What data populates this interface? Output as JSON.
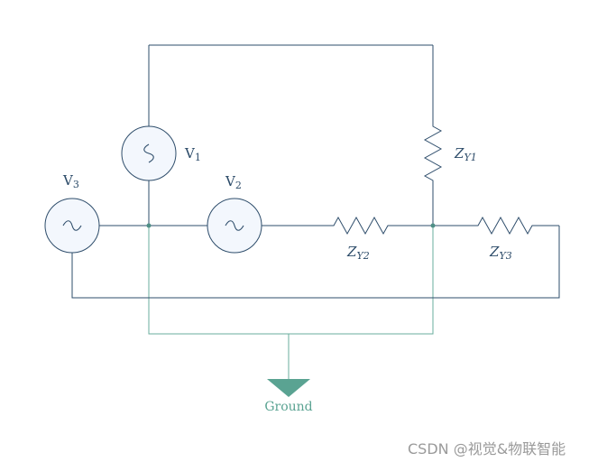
{
  "diagram": {
    "sources": [
      {
        "id": "v1",
        "label_main": "V",
        "label_sub": "1"
      },
      {
        "id": "v2",
        "label_main": "V",
        "label_sub": "2"
      },
      {
        "id": "v3",
        "label_main": "V",
        "label_sub": "3"
      }
    ],
    "impedances": [
      {
        "id": "zy1",
        "label_main": "Z",
        "label_sub": "Y1"
      },
      {
        "id": "zy2",
        "label_main": "Z",
        "label_sub": "Y2"
      },
      {
        "id": "zy3",
        "label_main": "Z",
        "label_sub": "Y3"
      }
    ],
    "ground": {
      "label": "Ground"
    },
    "colors": {
      "wire": "#2e4d6b",
      "ground": "#5aa392",
      "source_fill": "#f3f7fd"
    }
  },
  "watermark": {
    "text": "CSDN @视觉&物联智能"
  }
}
